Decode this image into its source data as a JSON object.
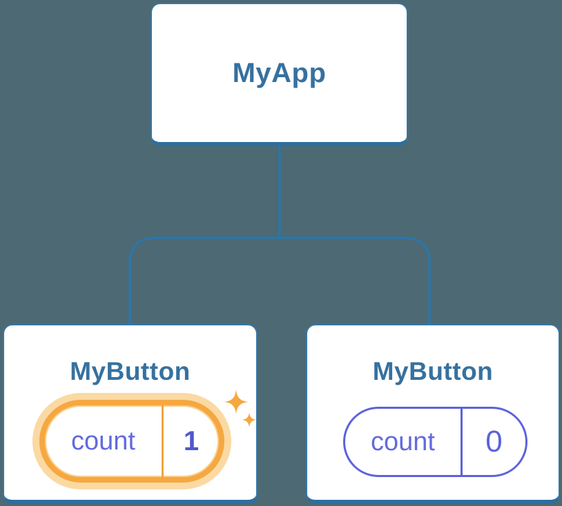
{
  "tree": {
    "root": {
      "label": "MyApp"
    },
    "children": [
      {
        "label": "MyButton",
        "state": {
          "key": "count",
          "value": "1"
        },
        "highlighted": true
      },
      {
        "label": "MyButton",
        "state": {
          "key": "count",
          "value": "0"
        },
        "highlighted": false
      }
    ]
  },
  "icons": [
    {
      "name": "sparkle-icon",
      "description": "orange four-point sparkles on updated state pill"
    }
  ],
  "colors": {
    "background": "#4d6973",
    "card_background": "#ffffff",
    "card_border": "#3478a9",
    "card_border_bottom": "#2d6e9e",
    "title_text": "#36719f",
    "connector_line": "#2b76a9",
    "highlight_orange": "#f5a840",
    "highlight_glow": "#fbd9a3",
    "state_indigo": "#5c63da",
    "state_key_text": "#636ade",
    "highlight_value_text": "#5156cf"
  }
}
